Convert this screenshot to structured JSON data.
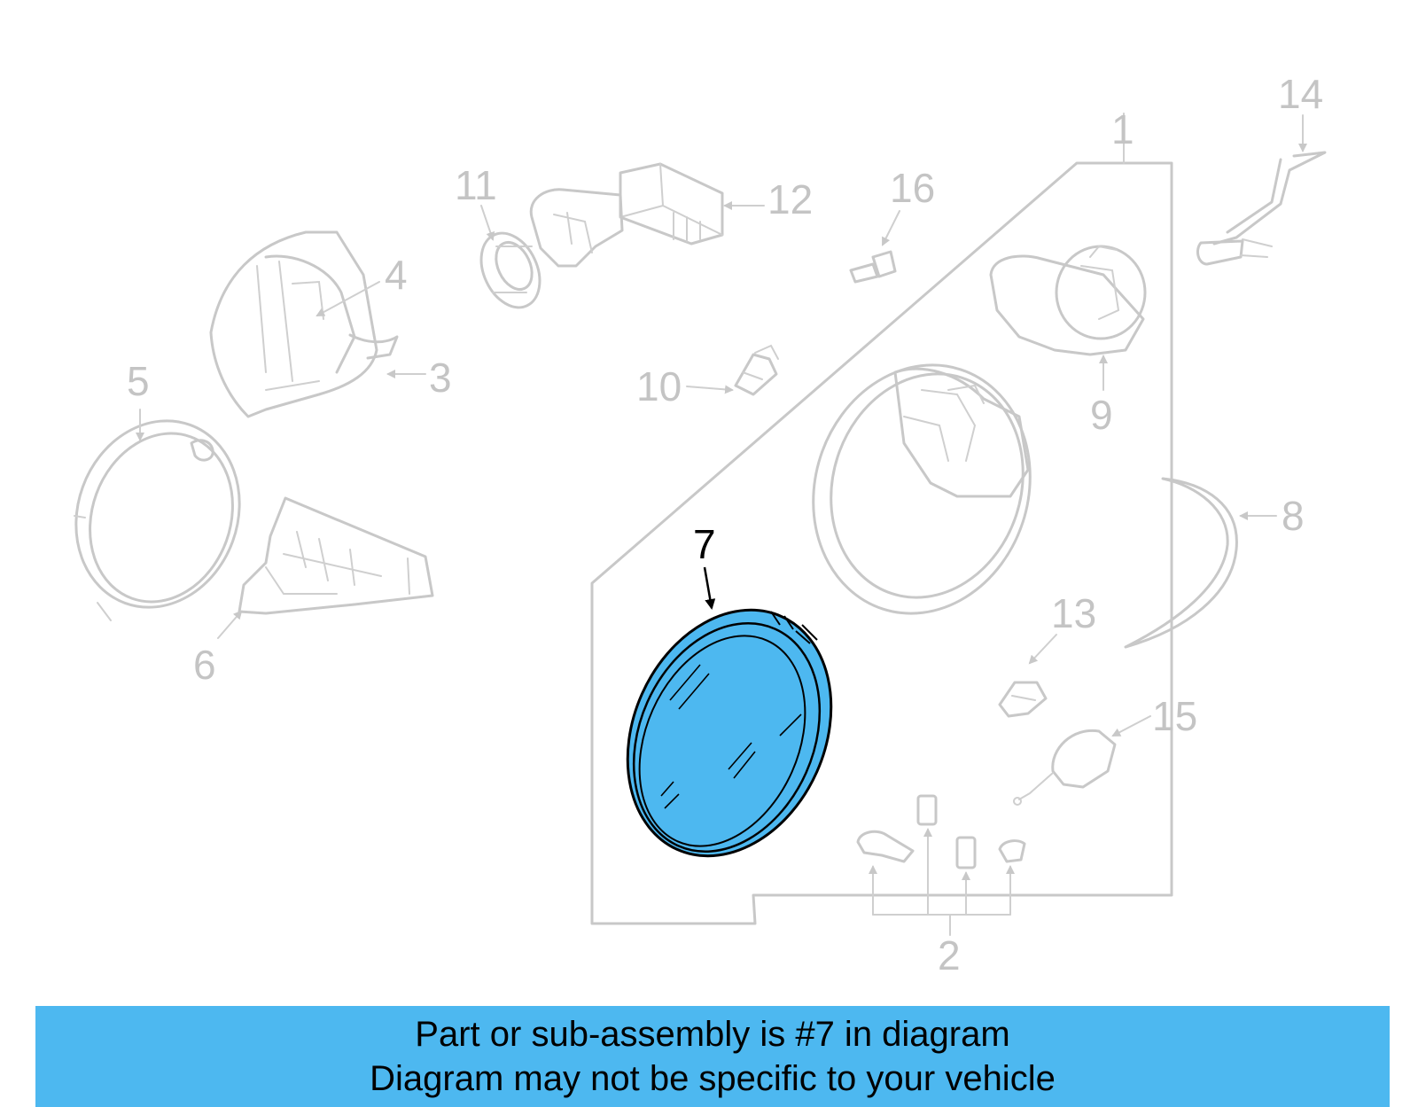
{
  "diagram": {
    "highlight_color": "#4db8f0",
    "ghost_color": "#c8c8c8",
    "labels": {
      "l1": "1",
      "l2": "2",
      "l3": "3",
      "l4": "4",
      "l5": "5",
      "l6": "6",
      "l7": "7",
      "l8": "8",
      "l9": "9",
      "l10": "10",
      "l11": "11",
      "l12": "12",
      "l13": "13",
      "l14": "14",
      "l15": "15",
      "l16": "16"
    }
  },
  "banner": {
    "color": "#4db8f0",
    "line1": "Part or sub-assembly is #7 in diagram",
    "line2": "Diagram may not be specific to your vehicle"
  }
}
